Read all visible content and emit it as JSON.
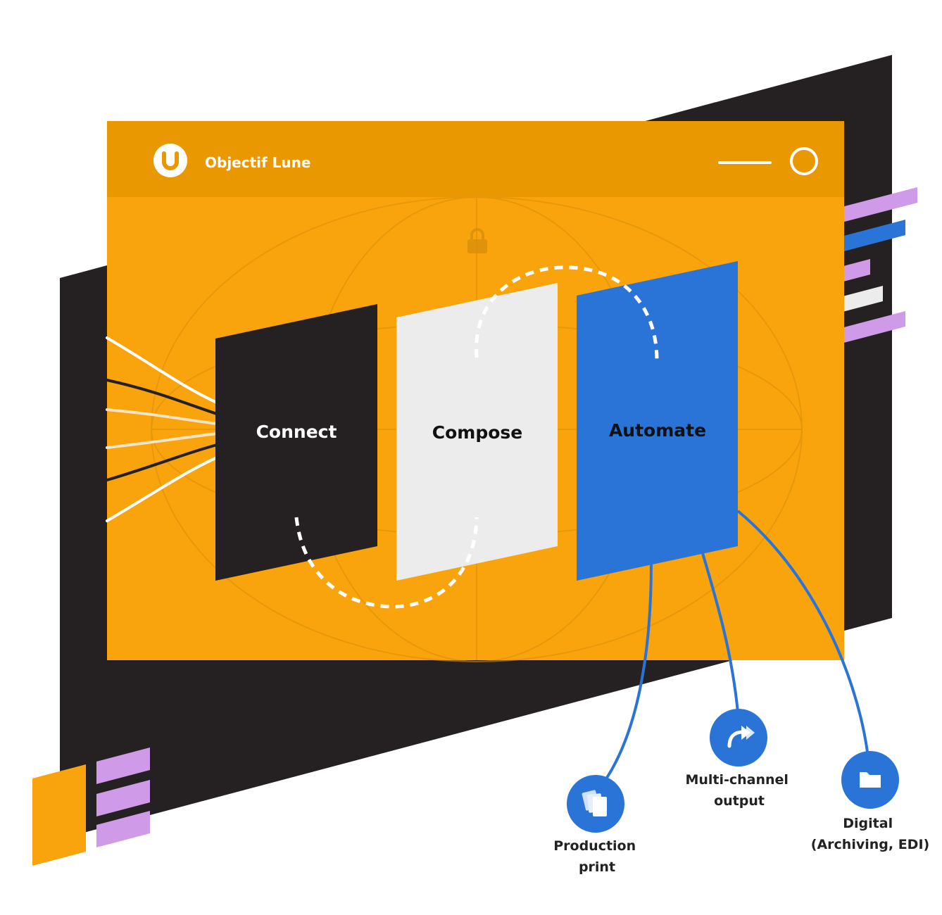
{
  "brand": {
    "name": "Objectif Lune",
    "logo_letter": "U"
  },
  "window": {
    "controls": [
      "minimize-icon",
      "circle-icon"
    ]
  },
  "stages": [
    {
      "key": "connect",
      "label": "Connect",
      "fill": "#252122",
      "text_color": "#ffffff"
    },
    {
      "key": "compose",
      "label": "Compose",
      "fill": "#ececec",
      "text_color": "#111111"
    },
    {
      "key": "automate",
      "label": "Automate",
      "fill": "#2a74d8",
      "text_color": "#111111"
    }
  ],
  "outputs": [
    {
      "key": "production-print",
      "lines": [
        "Production",
        "print"
      ],
      "icon": "documents-icon"
    },
    {
      "key": "multi-channel",
      "lines": [
        "Multi-channel",
        "output"
      ],
      "icon": "forward-arrows-icon"
    },
    {
      "key": "digital",
      "lines": [
        "Digital",
        "(Archiving, EDI)"
      ],
      "icon": "folder-icon"
    }
  ],
  "colors": {
    "orange": "#f9a40c",
    "orange_header": "#e99802",
    "dark": "#252122",
    "blue": "#2a74d8",
    "light_gray": "#ececec",
    "lavender": "#cf9ae8",
    "white": "#ffffff"
  }
}
